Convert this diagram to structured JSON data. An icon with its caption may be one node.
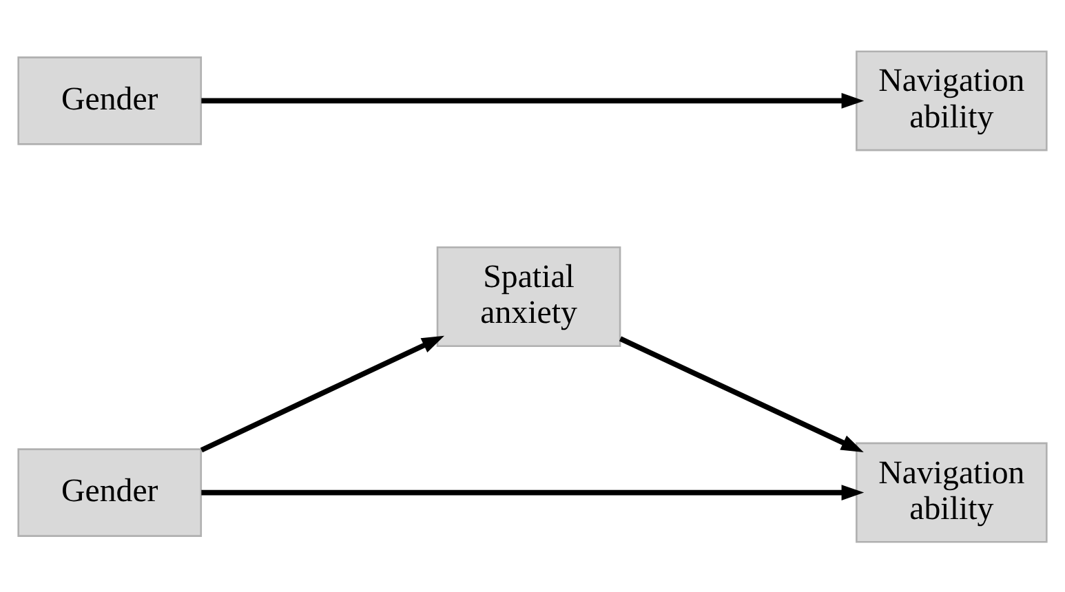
{
  "diagram": {
    "nodes": [
      {
        "text": [
          "Gender"
        ]
      },
      {
        "text": [
          "Navigation ability"
        ]
      },
      {
        "text": [
          "Spatial anxiety"
        ]
      },
      {
        "text": [
          "Gender"
        ]
      },
      {
        "text": [
          "Navigation ability"
        ]
      }
    ],
    "edges": [
      {
        "from": 0,
        "to": 1,
        "arrow": "to"
      },
      {
        "from": 3,
        "to": 2,
        "arrow": "to"
      },
      {
        "from": 2,
        "to": 4,
        "arrow": "to"
      },
      {
        "from": 3,
        "to": 4,
        "arrow": "to"
      }
    ]
  }
}
